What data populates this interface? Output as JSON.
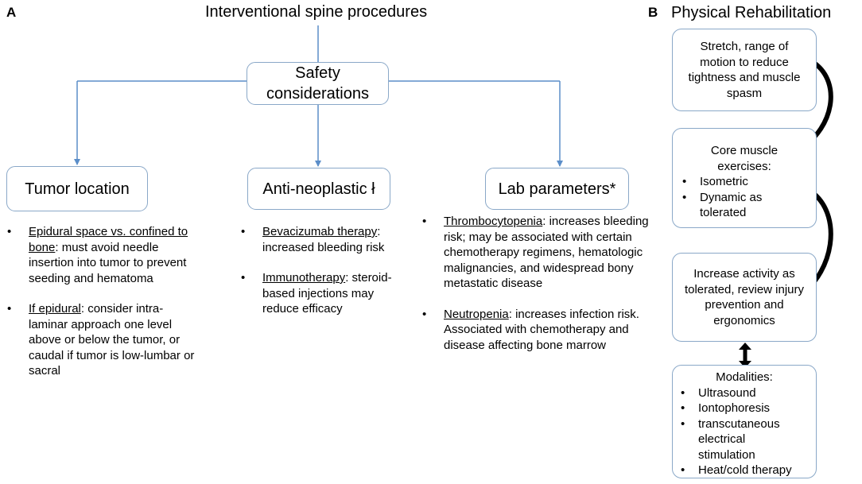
{
  "panel_a": {
    "letter": "A",
    "title": "Interventional spine procedures",
    "safety": [
      "Safety",
      "considerations"
    ],
    "tumor": {
      "box": "Tumor location",
      "items": [
        {
          "u": "Epidural space vs. confined to bone",
          "rest": ": must avoid needle insertion into tumor to prevent seeding and hematoma"
        },
        {
          "u": "If epidural",
          "rest": ": consider intra-laminar approach one level above or below the tumor, or caudal if tumor is low-lumbar or sacral"
        }
      ]
    },
    "antineo": {
      "box": "Anti-neoplastic ł",
      "items": [
        {
          "u": "Bevacizumab therapy",
          "rest": ": increased bleeding risk"
        },
        {
          "u": "Immunotherapy",
          "rest": ": steroid-based injections may reduce efficacy"
        }
      ]
    },
    "lab": {
      "box": "Lab parameters*",
      "items": [
        {
          "u": "Thrombocytopenia",
          "rest": ": increases bleeding risk; may be associated with certain chemotherapy regimens, hematologic malignancies, and widespread bony metastatic disease"
        },
        {
          "u": "Neutropenia",
          "rest": ": increases infection risk. Associated with chemotherapy and disease affecting bone marrow"
        }
      ]
    }
  },
  "panel_b": {
    "letter": "B",
    "title": "Physical Rehabilitation",
    "stretch": "Stretch, range of motion to reduce tightness and muscle spasm",
    "core": {
      "head": "Core muscle exercises:",
      "items": [
        "Isometric",
        "Dynamic as tolerated"
      ]
    },
    "activity": "Increase activity as tolerated, review injury prevention and ergonomics",
    "modalities": {
      "head": "Modalities:",
      "items": [
        "Ultrasound",
        "Iontophoresis",
        "transcutaneous electrical stimulation",
        "Heat/cold therapy"
      ]
    }
  },
  "colors": {
    "box_border": "#8aa8c8",
    "connector": "#5b8ec9",
    "arrow": "#000000"
  }
}
